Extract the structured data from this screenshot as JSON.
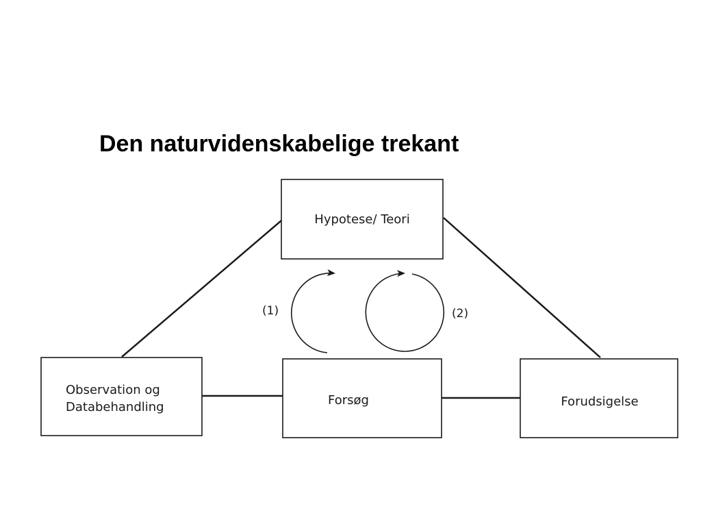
{
  "title": "Den naturvidenskabelige trekant",
  "nodes": {
    "hypothesis": {
      "lines": [
        "Hypotese/ Teori"
      ]
    },
    "observation": {
      "lines": [
        "Observation og",
        "Databehandling"
      ]
    },
    "experiment": {
      "lines": [
        "Forsøg"
      ]
    },
    "prediction": {
      "lines": [
        "Forudsigelse"
      ]
    }
  },
  "loops": {
    "left": "(1)",
    "right": "(2)"
  },
  "edges": [
    [
      "observation",
      "hypothesis"
    ],
    [
      "hypothesis",
      "prediction"
    ],
    [
      "observation",
      "experiment"
    ],
    [
      "experiment",
      "prediction"
    ]
  ]
}
